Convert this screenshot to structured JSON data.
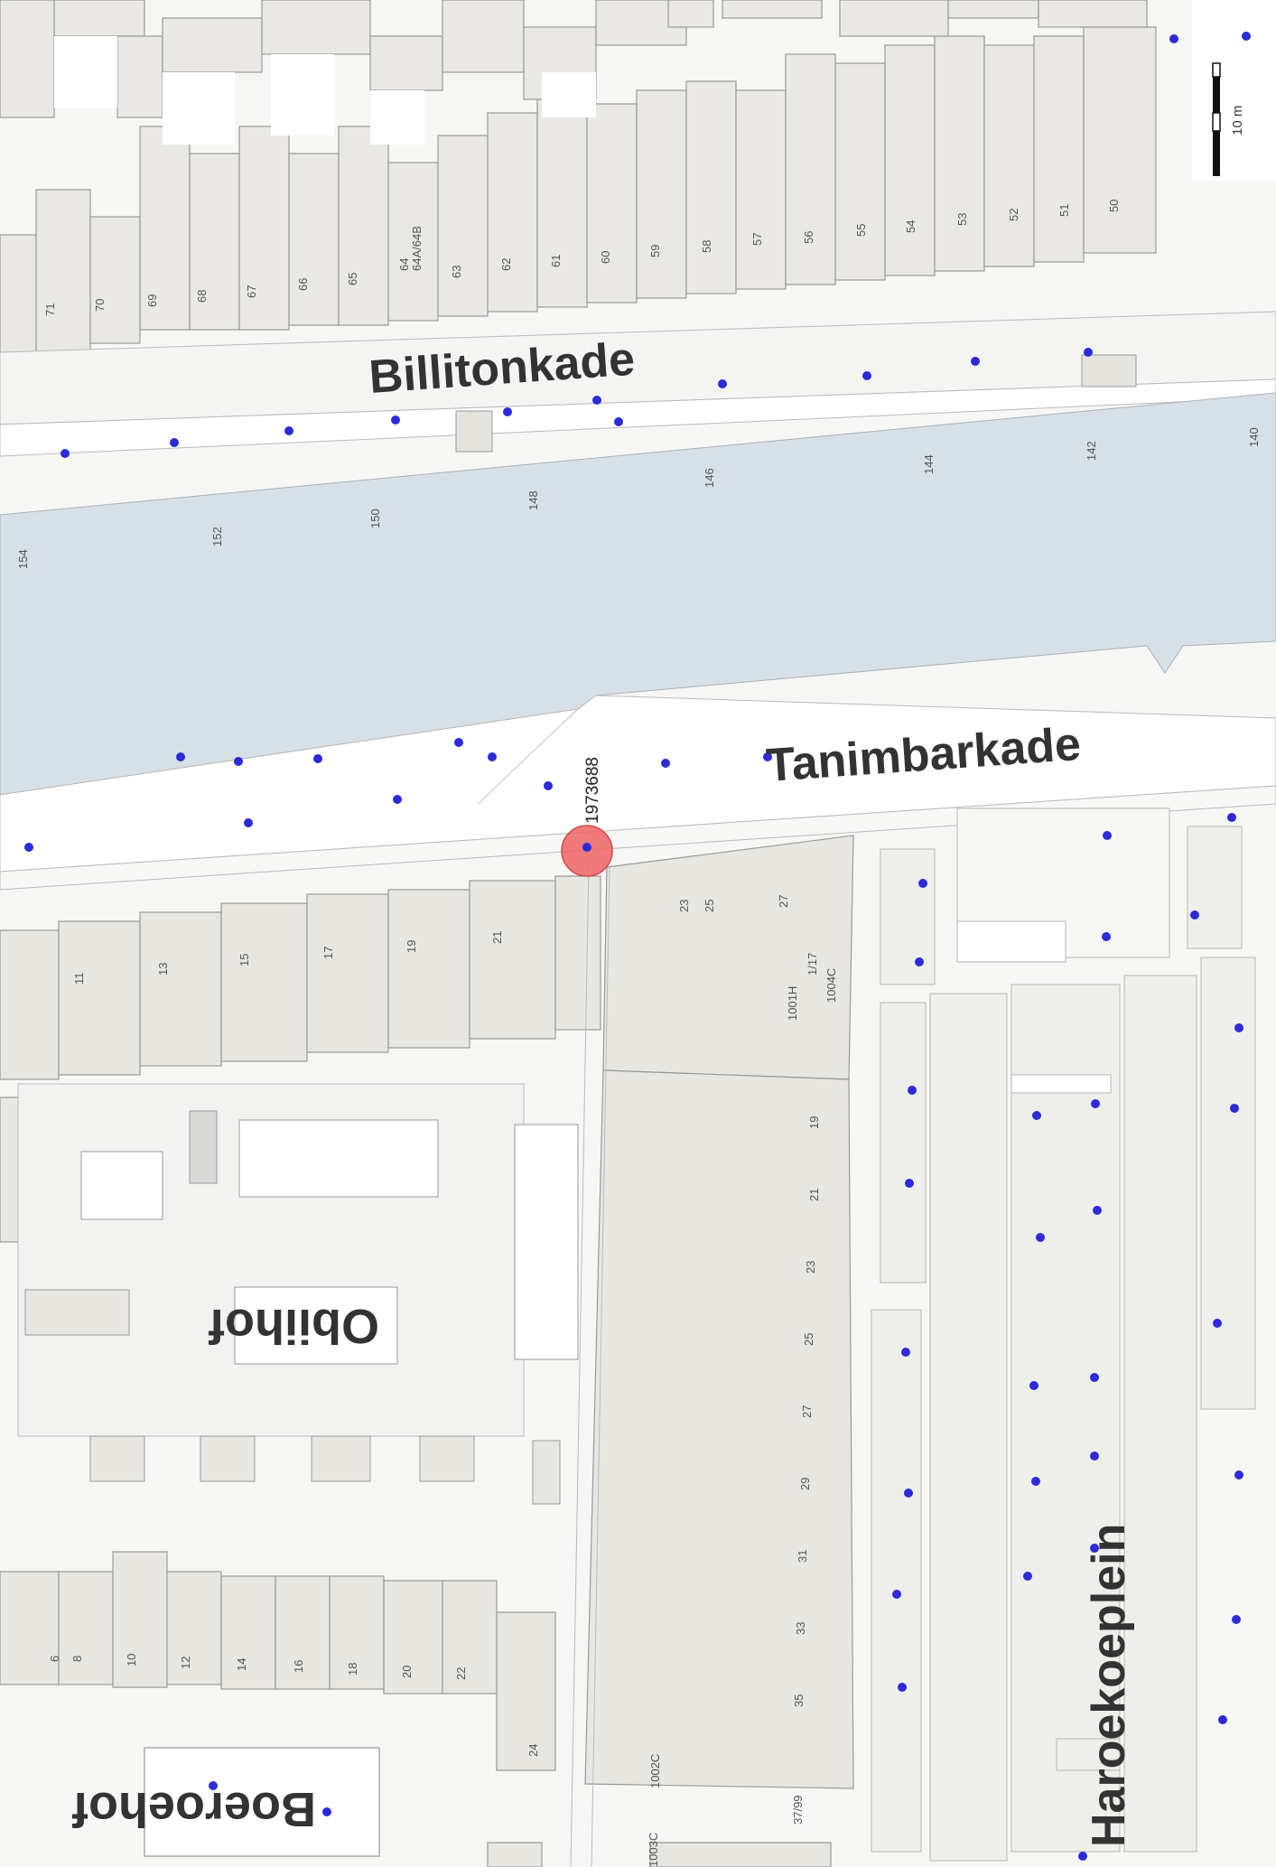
{
  "streets": {
    "billitonkade": "Billitonkade",
    "tanimbarkade": "Tanimbarkade",
    "obiihof": "Obiihof",
    "haroekoeplein": "Haroekoeplein",
    "boeroehof": "Boeroehof"
  },
  "marker": {
    "id": "1973688",
    "color": "#ee5a5a"
  },
  "scale_bar": {
    "label": "10 m"
  },
  "house_numbers": {
    "billitonkade": [
      "71",
      "70",
      "69",
      "68",
      "67",
      "66",
      "65",
      "64\n64A/64B",
      "63",
      "62",
      "61",
      "60",
      "59",
      "58",
      "57",
      "56",
      "55",
      "54",
      "53",
      "52",
      "51",
      "50"
    ],
    "water": [
      "154",
      "152",
      "150",
      "148",
      "146",
      "144",
      "142",
      "140"
    ],
    "tanimbar_row": [
      "11",
      "13",
      "15",
      "17",
      "19",
      "21"
    ],
    "block_right": [
      "23",
      "25",
      "27",
      "1/17",
      "1004C",
      "1001H",
      "19",
      "21",
      "23",
      "25",
      "27",
      "29",
      "31",
      "33",
      "35",
      "1002C",
      "37/99",
      "1003C"
    ],
    "bottom_row": [
      "6",
      "8",
      "10",
      "12",
      "14",
      "16",
      "18",
      "20",
      "22",
      "24"
    ]
  },
  "colors": {
    "building": "#e7e6e1",
    "building_stroke": "#9a9a96",
    "water": "#d7e0e6",
    "ground": "#f6f6f5",
    "point": "#2b2bd8"
  }
}
